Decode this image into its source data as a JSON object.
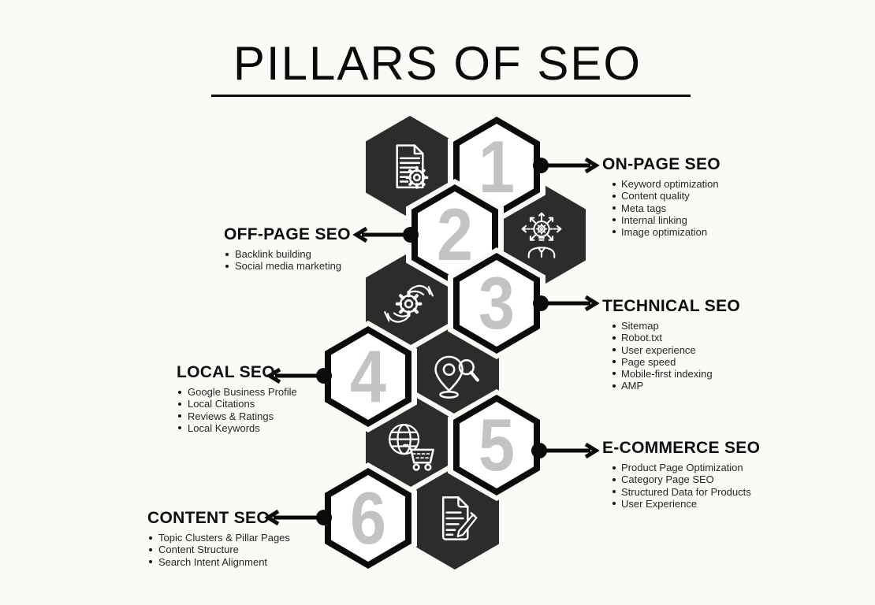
{
  "title": "PILLARS OF SEO",
  "colors": {
    "background": "#fbfaf7",
    "hexagon_dark": "#2d2b2c",
    "hexagon_border": "#0b0b0b",
    "number_gray": "#c4c3c3",
    "heading_text": "#0d0d0d",
    "bullet_text": "#262626"
  },
  "pillars": [
    {
      "number": "1",
      "title": "ON-PAGE SEO",
      "side": "right",
      "icon": "document-gear-icon",
      "bullets": [
        "Keyword optimization",
        "Content quality",
        "Meta tags",
        "Internal linking",
        "Image optimization"
      ]
    },
    {
      "number": "2",
      "title": "OFF-PAGE SEO",
      "side": "left",
      "icon": "idea-promotion-icon",
      "bullets": [
        "Backlink building",
        "Social media marketing"
      ]
    },
    {
      "number": "3",
      "title": "TECHNICAL SEO",
      "side": "right",
      "icon": "gear-hands-icon",
      "bullets": [
        "Sitemap",
        "Robot.txt",
        "User experience",
        "Page speed",
        "Mobile-first indexing",
        "AMP"
      ]
    },
    {
      "number": "4",
      "title": "LOCAL SEO",
      "side": "left",
      "icon": "location-search-icon",
      "bullets": [
        "Google Business Profile",
        "Local Citations",
        "Reviews & Ratings",
        "Local Keywords"
      ]
    },
    {
      "number": "5",
      "title": "E-COMMERCE SEO",
      "side": "right",
      "icon": "global-cart-icon",
      "bullets": [
        "Product Page Optimization",
        "Category Page SEO",
        "Structured Data for Products",
        "User Experience"
      ]
    },
    {
      "number": "6",
      "title": "CONTENT SEO",
      "side": "left",
      "icon": "document-edit-icon",
      "bullets": [
        "Topic Clusters & Pillar Pages",
        "Content Structure",
        "Search Intent Alignment"
      ]
    }
  ]
}
